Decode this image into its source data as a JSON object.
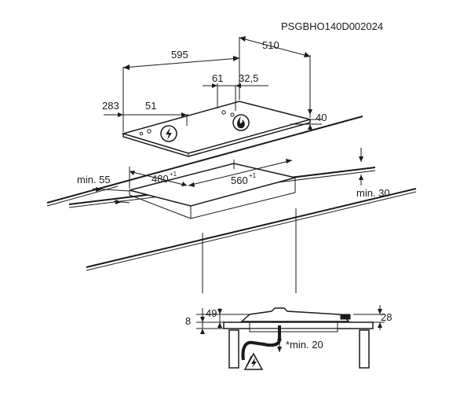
{
  "document_code": "PSGBHO140D002024",
  "dimensions": {
    "width": "595",
    "depth": "510",
    "left_offset": "283",
    "left_hole_offset": "51",
    "right_offset": "61",
    "right_hole_offset": "32,5",
    "height": "40",
    "cutout_depth": "480",
    "cutout_depth_tol": "+1",
    "cutout_width": "560",
    "cutout_width_tol": "+1",
    "min_front": "min. 55",
    "min_back": "min. 30",
    "side_8": "8",
    "side_49": "49",
    "side_28": "28",
    "min_below": "*min. 20"
  },
  "icons": {
    "electric": "electric-warning-icon",
    "gas": "gas-flame-icon"
  }
}
